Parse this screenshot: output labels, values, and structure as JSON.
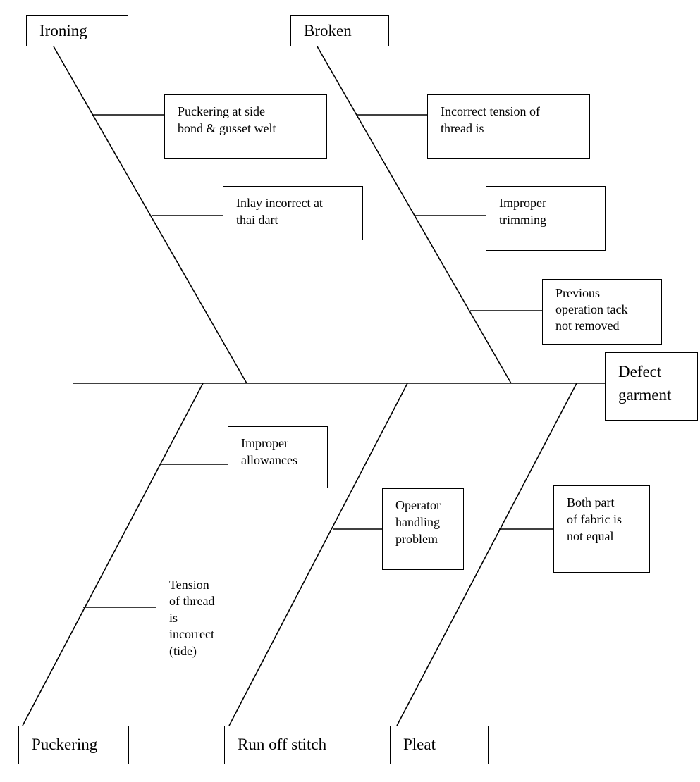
{
  "effect": {
    "label": "Defect\ngarment"
  },
  "categories": {
    "ironing": "Ironing",
    "broken": "Broken",
    "puckering": "Puckering",
    "run_off_stitch": "Run off stitch",
    "pleat": "Pleat"
  },
  "causes": {
    "ironing_1": "Puckering at side\nbond & gusset welt",
    "ironing_2": "Inlay incorrect at\nthai dart",
    "broken_1": "Incorrect tension of\nthread is",
    "broken_2": "Improper\ntrimming",
    "broken_3": "Previous\noperation tack\nnot removed",
    "puckering_1": "Improper\nallowances",
    "puckering_2": "Tension\nof thread\nis\nincorrect\n(tide)",
    "run_off_stitch_1": "Operator\nhandling\nproblem",
    "pleat_1": "Both part\nof fabric is\nnot equal"
  }
}
